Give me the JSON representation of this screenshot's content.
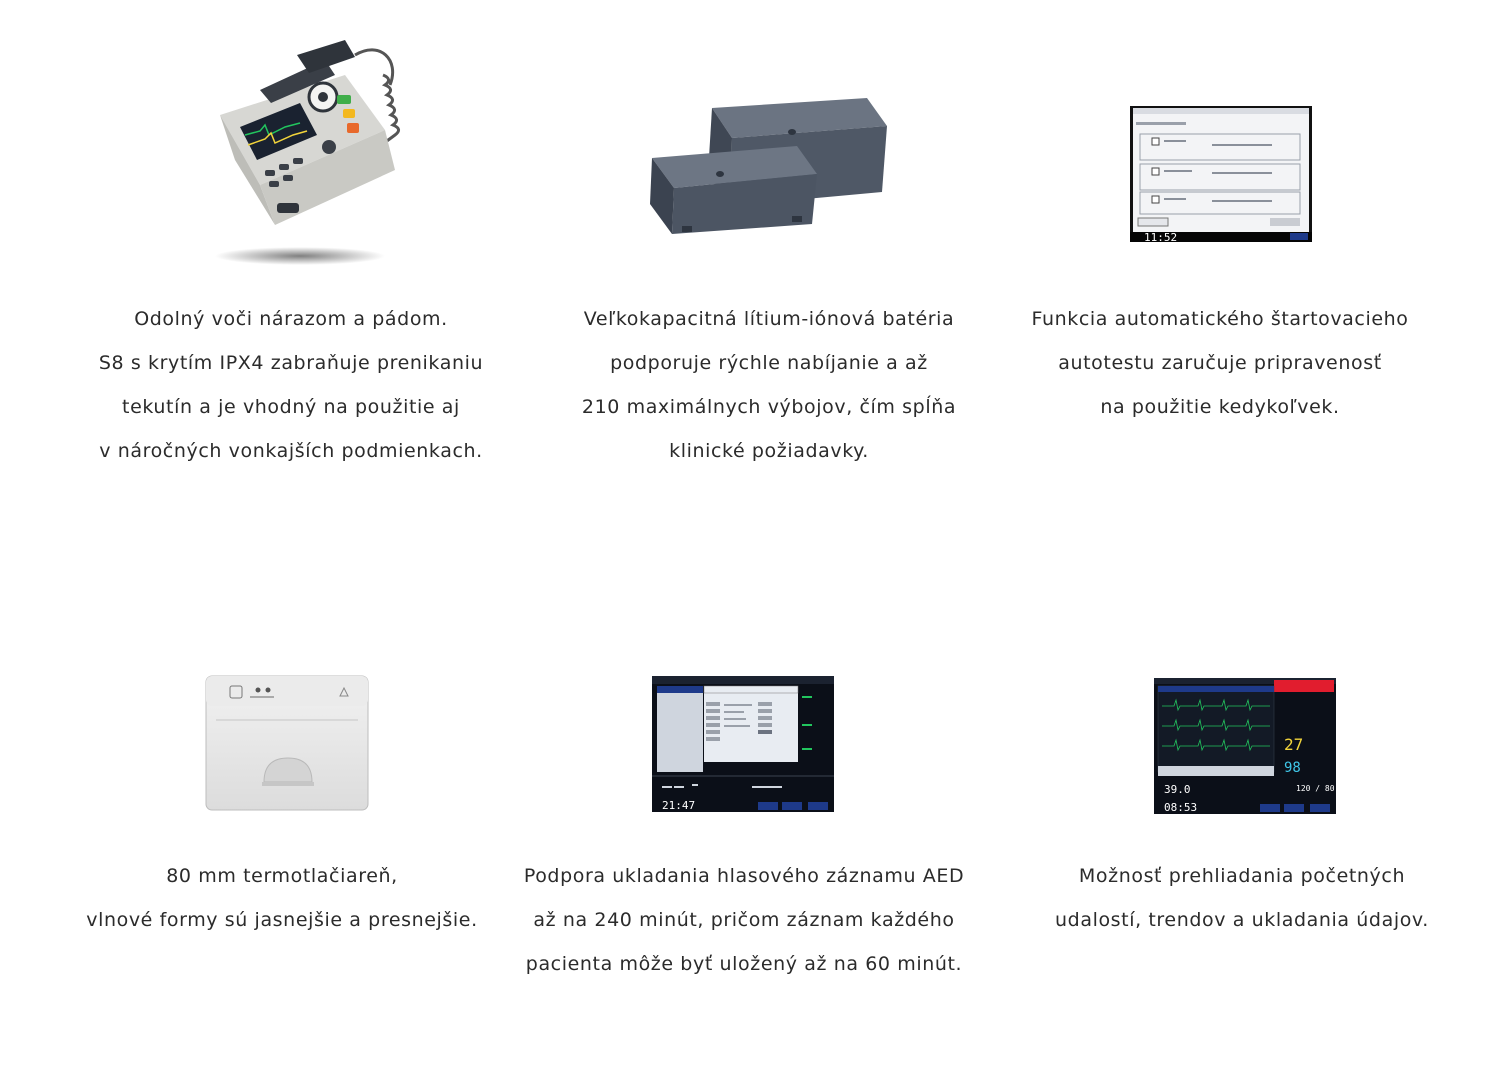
{
  "features": [
    {
      "image": "defibrillator-device-icon",
      "lines": [
        "Odolný voči nárazom a pádom.",
        "S8 s krytím IPX4 zabraňuje prenikaniu",
        "tekutín a je vhodný na použitie aj",
        "v náročných vonkajších podmienkach."
      ]
    },
    {
      "image": "battery-pack-icon",
      "lines": [
        "Veľkokapacitná lítium-iónová batéria",
        "podporuje rýchle nabíjanie a až",
        "210 maximálnych výbojov, čím spĺňa",
        "klinické požiadavky."
      ]
    },
    {
      "image": "self-test-screen-icon",
      "screen_time": "11:52",
      "lines": [
        "Funkcia automatického štartovacieho",
        "autotestu zaručuje pripravenosť",
        "na použitie kedykoľvek."
      ]
    },
    {
      "image": "thermal-printer-icon",
      "lines": [
        "80 mm termotlačiareň,",
        "vlnové formy sú jasnejšie a presnejšie."
      ]
    },
    {
      "image": "voice-record-screen-icon",
      "screen_time": "21:47",
      "lines": [
        "Podpora ukladania hlasového záznamu AED",
        "až na 240 minút, pričom záznam každého",
        "pacienta môže byť uložený až na 60 minút."
      ]
    },
    {
      "image": "events-review-screen-icon",
      "screen_time": "08:53",
      "screen_values": [
        "27",
        "98",
        "39.0",
        "120 / 80"
      ],
      "lines": [
        "Možnosť prehliadania početných",
        "udalostí, trendov a ukladania údajov."
      ]
    }
  ],
  "colors": {
    "text": "#2b2b2b",
    "device_gray": "#4c5563",
    "screen_bg": "#0b0f18",
    "screen_panel": "#e8ecf2",
    "screen_title": "#1e3a8a",
    "alarm_red": "#e11d2e",
    "vital_yellow": "#f2d43b",
    "vital_cyan": "#3fc6e8",
    "ecg_green": "#22c55e"
  }
}
